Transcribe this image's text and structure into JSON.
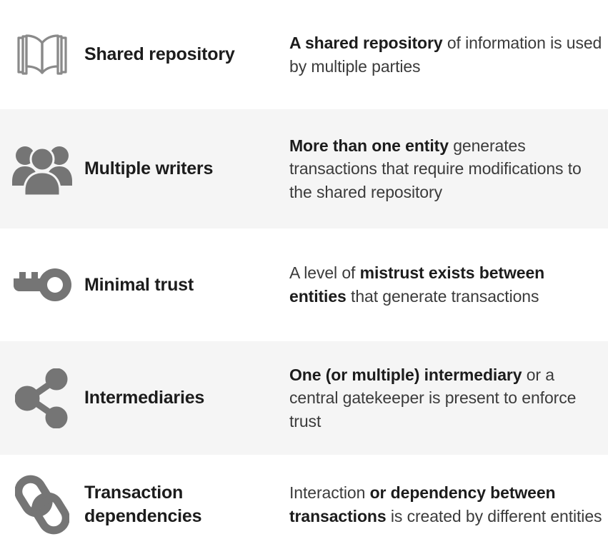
{
  "palette": {
    "page_background": "#ffffff",
    "band_background": "#f5f5f5",
    "icon_gray": "#757575",
    "label_text": "#1c1c1c",
    "body_text": "#3b3b3b"
  },
  "rows": [
    {
      "icon": "open-book-icon",
      "label": "Shared repository",
      "shaded": false,
      "description": {
        "full": "A shared repository of information is used by multiple parties",
        "segments": [
          {
            "text": "A shared repository",
            "bold": true
          },
          {
            "text": " of information is used by multiple parties",
            "bold": false
          }
        ]
      }
    },
    {
      "icon": "group-of-people-icon",
      "label": "Multiple writers",
      "shaded": true,
      "description": {
        "full": "More than one entity generates transactions that require modifications to the shared repository",
        "segments": [
          {
            "text": "More than one entity",
            "bold": true
          },
          {
            "text": " generates transactions that require modifications to the shared repository",
            "bold": false
          }
        ]
      }
    },
    {
      "icon": "key-icon",
      "label": "Minimal trust",
      "shaded": false,
      "description": {
        "full": "A level of mistrust exists between entities that generate transactions",
        "segments": [
          {
            "text": "A level of ",
            "bold": false
          },
          {
            "text": "mistrust exists between entities",
            "bold": true
          },
          {
            "text": " that generate transactions",
            "bold": false
          }
        ]
      }
    },
    {
      "icon": "share-nodes-icon",
      "label": "Intermediaries",
      "shaded": true,
      "description": {
        "full": "One (or multiple) intermediary or a central gatekeeper is present to enforce trust",
        "segments": [
          {
            "text": "One (or multiple) intermediary",
            "bold": true
          },
          {
            "text": " or a central gatekeeper is present to enforce trust",
            "bold": false
          }
        ]
      }
    },
    {
      "icon": "chain-link-icon",
      "label": "Transaction dependencies",
      "shaded": false,
      "description": {
        "full": "Interaction or dependency between transactions is created by different entities",
        "segments": [
          {
            "text": "Interaction ",
            "bold": false
          },
          {
            "text": "or dependency between transactions",
            "bold": true
          },
          {
            "text": " is created by different entities",
            "bold": false
          }
        ]
      }
    }
  ]
}
